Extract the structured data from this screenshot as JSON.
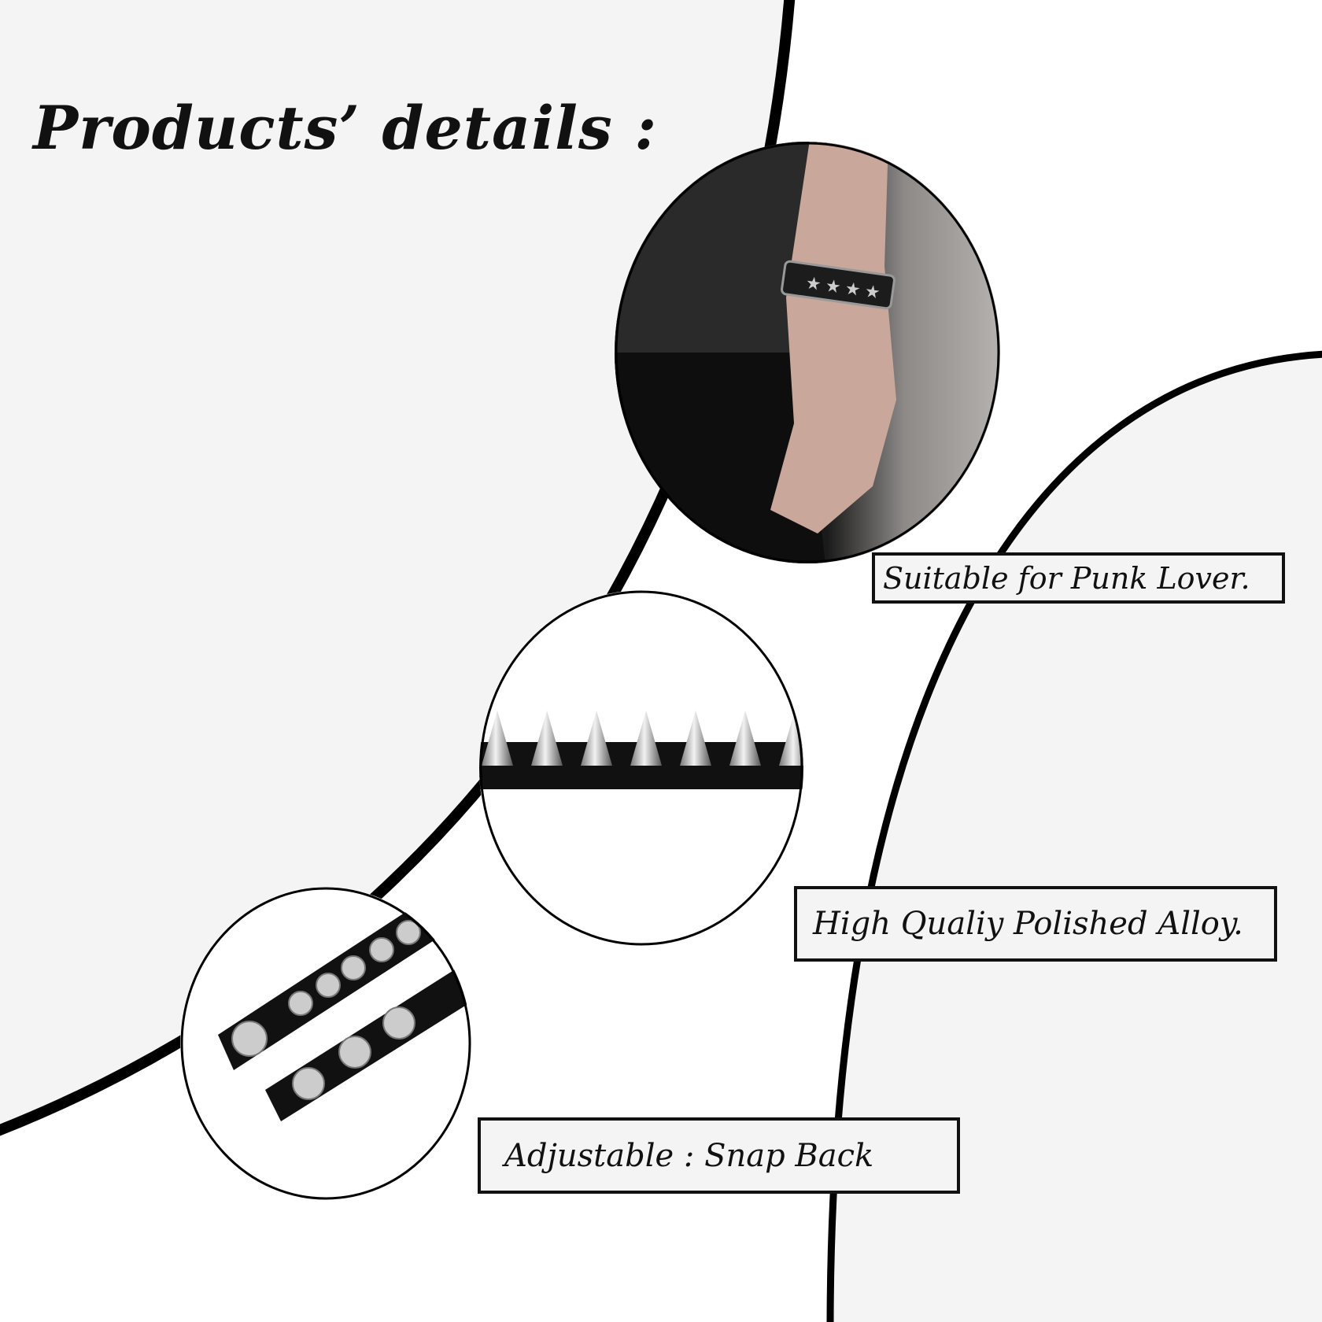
{
  "title": "Products’ details :",
  "features": [
    {
      "label": "Suitable for Punk Lover.",
      "photo": "bracelet-on-wrist"
    },
    {
      "label": "High Qualiy Polished Alloy.",
      "photo": "spike-studs"
    },
    {
      "label": "Adjustable : Snap Back",
      "photo": "snap-buttons"
    }
  ],
  "colors": {
    "background_gray": "#f4f4f4",
    "background_white": "#ffffff",
    "curve": "#000000"
  }
}
